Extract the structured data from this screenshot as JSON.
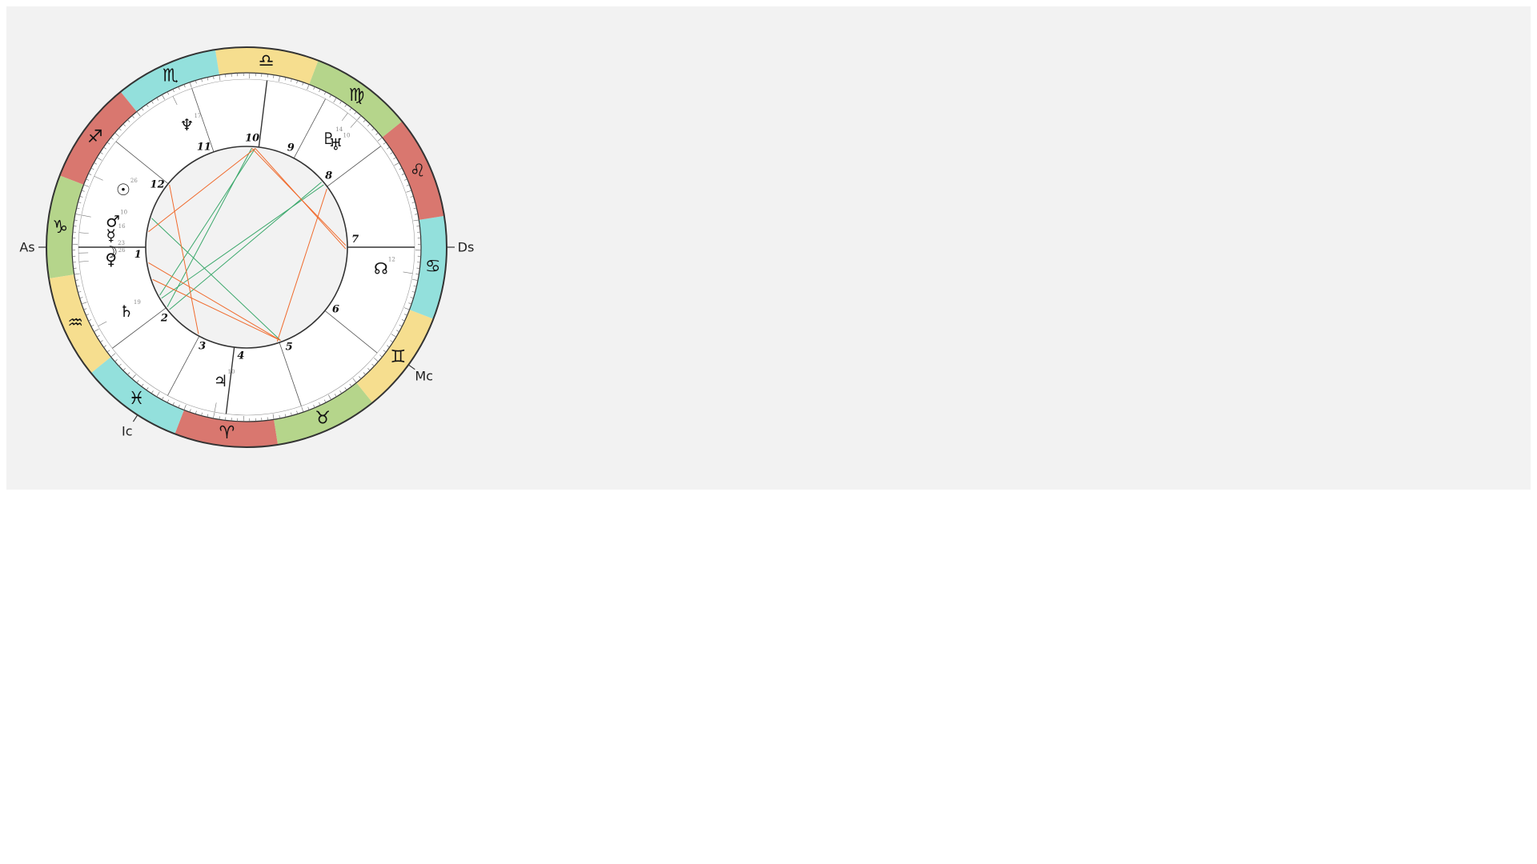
{
  "colors": {
    "panel_bg": "#f2f2f2",
    "fire": "#d9776f",
    "earth": "#b5d58b",
    "air": "#f6de8f",
    "water": "#93e0dc",
    "aspect_harmonious": "#3aa86b",
    "aspect_tense": "#f06a2c",
    "ring_stroke": "#333333",
    "house_line": "#555555"
  },
  "chart": {
    "ascendant_longitude": 291,
    "signs": [
      {
        "name": "Aries",
        "glyph": "♈",
        "element": "fire"
      },
      {
        "name": "Taurus",
        "glyph": "♉",
        "element": "earth"
      },
      {
        "name": "Gemini",
        "glyph": "♊",
        "element": "air"
      },
      {
        "name": "Cancer",
        "glyph": "♋",
        "element": "water"
      },
      {
        "name": "Leo",
        "glyph": "♌",
        "element": "fire"
      },
      {
        "name": "Virgo",
        "glyph": "♍",
        "element": "earth"
      },
      {
        "name": "Libra",
        "glyph": "♎",
        "element": "air"
      },
      {
        "name": "Scorpio",
        "glyph": "♏",
        "element": "water"
      },
      {
        "name": "Sagittarius",
        "glyph": "♐",
        "element": "fire"
      },
      {
        "name": "Capricorn",
        "glyph": "♑",
        "element": "earth"
      },
      {
        "name": "Aquarius",
        "glyph": "♒",
        "element": "air"
      },
      {
        "name": "Pisces",
        "glyph": "♓",
        "element": "water"
      }
    ],
    "houses": [
      {
        "num": "1",
        "cusp": 291
      },
      {
        "num": "2",
        "cusp": 328
      },
      {
        "num": "3",
        "cusp": 353
      },
      {
        "num": "4",
        "cusp": 14
      },
      {
        "num": "5",
        "cusp": 40
      },
      {
        "num": "6",
        "cusp": 72
      },
      {
        "num": "7",
        "cusp": 111
      },
      {
        "num": "8",
        "cusp": 148
      },
      {
        "num": "9",
        "cusp": 173
      },
      {
        "num": "10",
        "cusp": 194
      },
      {
        "num": "11",
        "cusp": 220
      },
      {
        "num": "12",
        "cusp": 252
      }
    ],
    "axes": [
      {
        "label": "As",
        "longitude": 291
      },
      {
        "label": "Ds",
        "longitude": 111
      },
      {
        "label": "Mc",
        "longitude": 75
      },
      {
        "label": "Ic",
        "longitude": 348
      }
    ],
    "planets": [
      {
        "name": "sun",
        "glyph": "☉",
        "degree": "26",
        "longitude": 266
      },
      {
        "name": "mars",
        "glyph": "♂",
        "degree": "10",
        "longitude": 280
      },
      {
        "name": "mercury",
        "glyph": "☿",
        "degree": "16",
        "longitude": 286
      },
      {
        "name": "moon",
        "glyph": "☽",
        "degree": "23",
        "longitude": 293
      },
      {
        "name": "venus",
        "glyph": "♀",
        "degree": "26",
        "longitude": 296
      },
      {
        "name": "saturn",
        "glyph": "♄",
        "degree": "19",
        "longitude": 319
      },
      {
        "name": "jupiter",
        "glyph": "♃",
        "degree": "10",
        "longitude": 10
      },
      {
        "name": "node",
        "glyph": "☊",
        "degree": "12",
        "longitude": 102
      },
      {
        "name": "uranus",
        "glyph": "♅",
        "degree": "10",
        "longitude": 160
      },
      {
        "name": "pluto",
        "glyph": "♇",
        "degree": "14",
        "longitude": 164
      },
      {
        "name": "neptune",
        "glyph": "♆",
        "degree": "17",
        "longitude": 227
      }
    ],
    "aspects": [
      {
        "from": 196,
        "to": 320,
        "type": "harmonious"
      },
      {
        "from": 198,
        "to": 328,
        "type": "harmonious"
      },
      {
        "from": 150,
        "to": 322,
        "type": "harmonious"
      },
      {
        "from": 152,
        "to": 330,
        "type": "harmonious"
      },
      {
        "from": 274,
        "to": 41,
        "type": "harmonious"
      },
      {
        "from": 196,
        "to": 110,
        "type": "tense"
      },
      {
        "from": 198,
        "to": 112,
        "type": "tense"
      },
      {
        "from": 282,
        "to": 196,
        "type": "tense"
      },
      {
        "from": 300,
        "to": 41,
        "type": "tense"
      },
      {
        "from": 310,
        "to": 41,
        "type": "tense"
      },
      {
        "from": 147,
        "to": 39,
        "type": "tense"
      },
      {
        "from": 252,
        "to": 352,
        "type": "tense"
      }
    ]
  }
}
